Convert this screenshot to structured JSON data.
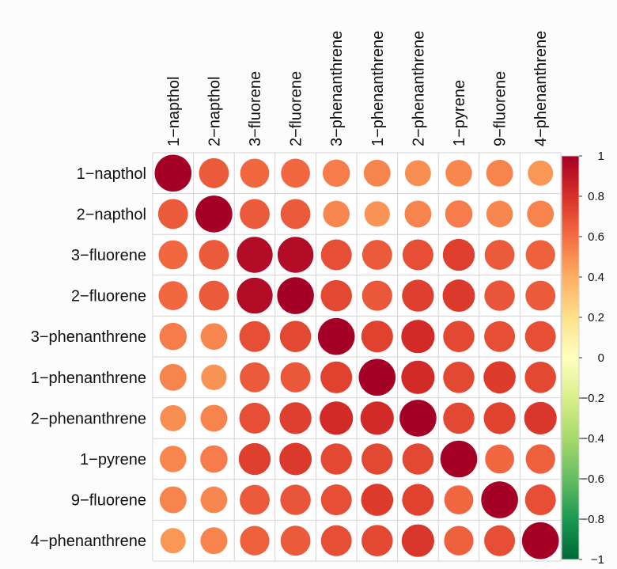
{
  "chart_data": {
    "type": "heatmap",
    "style": "correlation circles",
    "variables": [
      "1−napthol",
      "2−napthol",
      "3−fluorene",
      "2−fluorene",
      "3−phenanthrene",
      "1−phenanthrene",
      "2−phenanthrene",
      "1−pyrene",
      "9−fluorene",
      "4−phenanthrene"
    ],
    "matrix": [
      [
        1.0,
        0.66,
        0.62,
        0.62,
        0.55,
        0.53,
        0.5,
        0.52,
        0.53,
        0.47
      ],
      [
        0.66,
        1.0,
        0.66,
        0.66,
        0.52,
        0.48,
        0.53,
        0.55,
        0.52,
        0.53
      ],
      [
        0.62,
        0.66,
        0.95,
        0.95,
        0.7,
        0.66,
        0.7,
        0.75,
        0.66,
        0.64
      ],
      [
        0.62,
        0.66,
        0.95,
        1.0,
        0.72,
        0.67,
        0.75,
        0.77,
        0.68,
        0.66
      ],
      [
        0.55,
        0.52,
        0.7,
        0.72,
        1.0,
        0.74,
        0.82,
        0.72,
        0.7,
        0.7
      ],
      [
        0.53,
        0.48,
        0.66,
        0.67,
        0.74,
        1.0,
        0.82,
        0.72,
        0.76,
        0.72
      ],
      [
        0.5,
        0.53,
        0.7,
        0.75,
        0.82,
        0.82,
        1.0,
        0.72,
        0.74,
        0.78
      ],
      [
        0.52,
        0.55,
        0.75,
        0.77,
        0.72,
        0.72,
        0.72,
        1.0,
        0.62,
        0.64
      ],
      [
        0.53,
        0.52,
        0.66,
        0.68,
        0.7,
        0.76,
        0.74,
        0.62,
        1.0,
        0.7
      ],
      [
        0.47,
        0.53,
        0.64,
        0.66,
        0.7,
        0.72,
        0.78,
        0.64,
        0.7,
        1.0
      ]
    ],
    "colorbar": {
      "range": [
        -1,
        1
      ],
      "ticks": [
        "1",
        "0.8",
        "0.6",
        "0.4",
        "0.2",
        "0",
        "−0.2",
        "−0.4",
        "−0.6",
        "−0.8",
        "−1"
      ],
      "colors": [
        "#006837",
        "#1a9850",
        "#66bd63",
        "#a6d96a",
        "#d9ef8b",
        "#ffffbf",
        "#fee08b",
        "#fdae61",
        "#f46d43",
        "#d73027",
        "#a50026"
      ]
    },
    "grid": true,
    "legend": "right",
    "title": "",
    "xlabel": "",
    "ylabel": ""
  }
}
